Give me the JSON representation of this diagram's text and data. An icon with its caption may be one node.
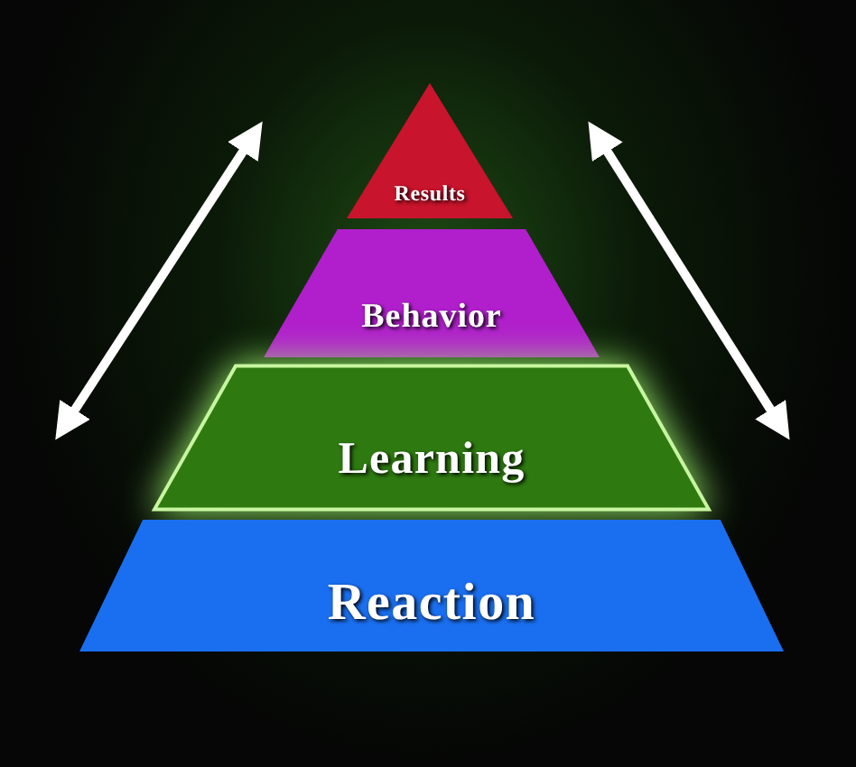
{
  "diagram": {
    "nodes": [
      {
        "text": [
          "Results"
        ]
      },
      {
        "text": [
          "Behavior"
        ]
      },
      {
        "text": [
          "Learning"
        ]
      },
      {
        "text": [
          "Reaction"
        ]
      }
    ]
  }
}
